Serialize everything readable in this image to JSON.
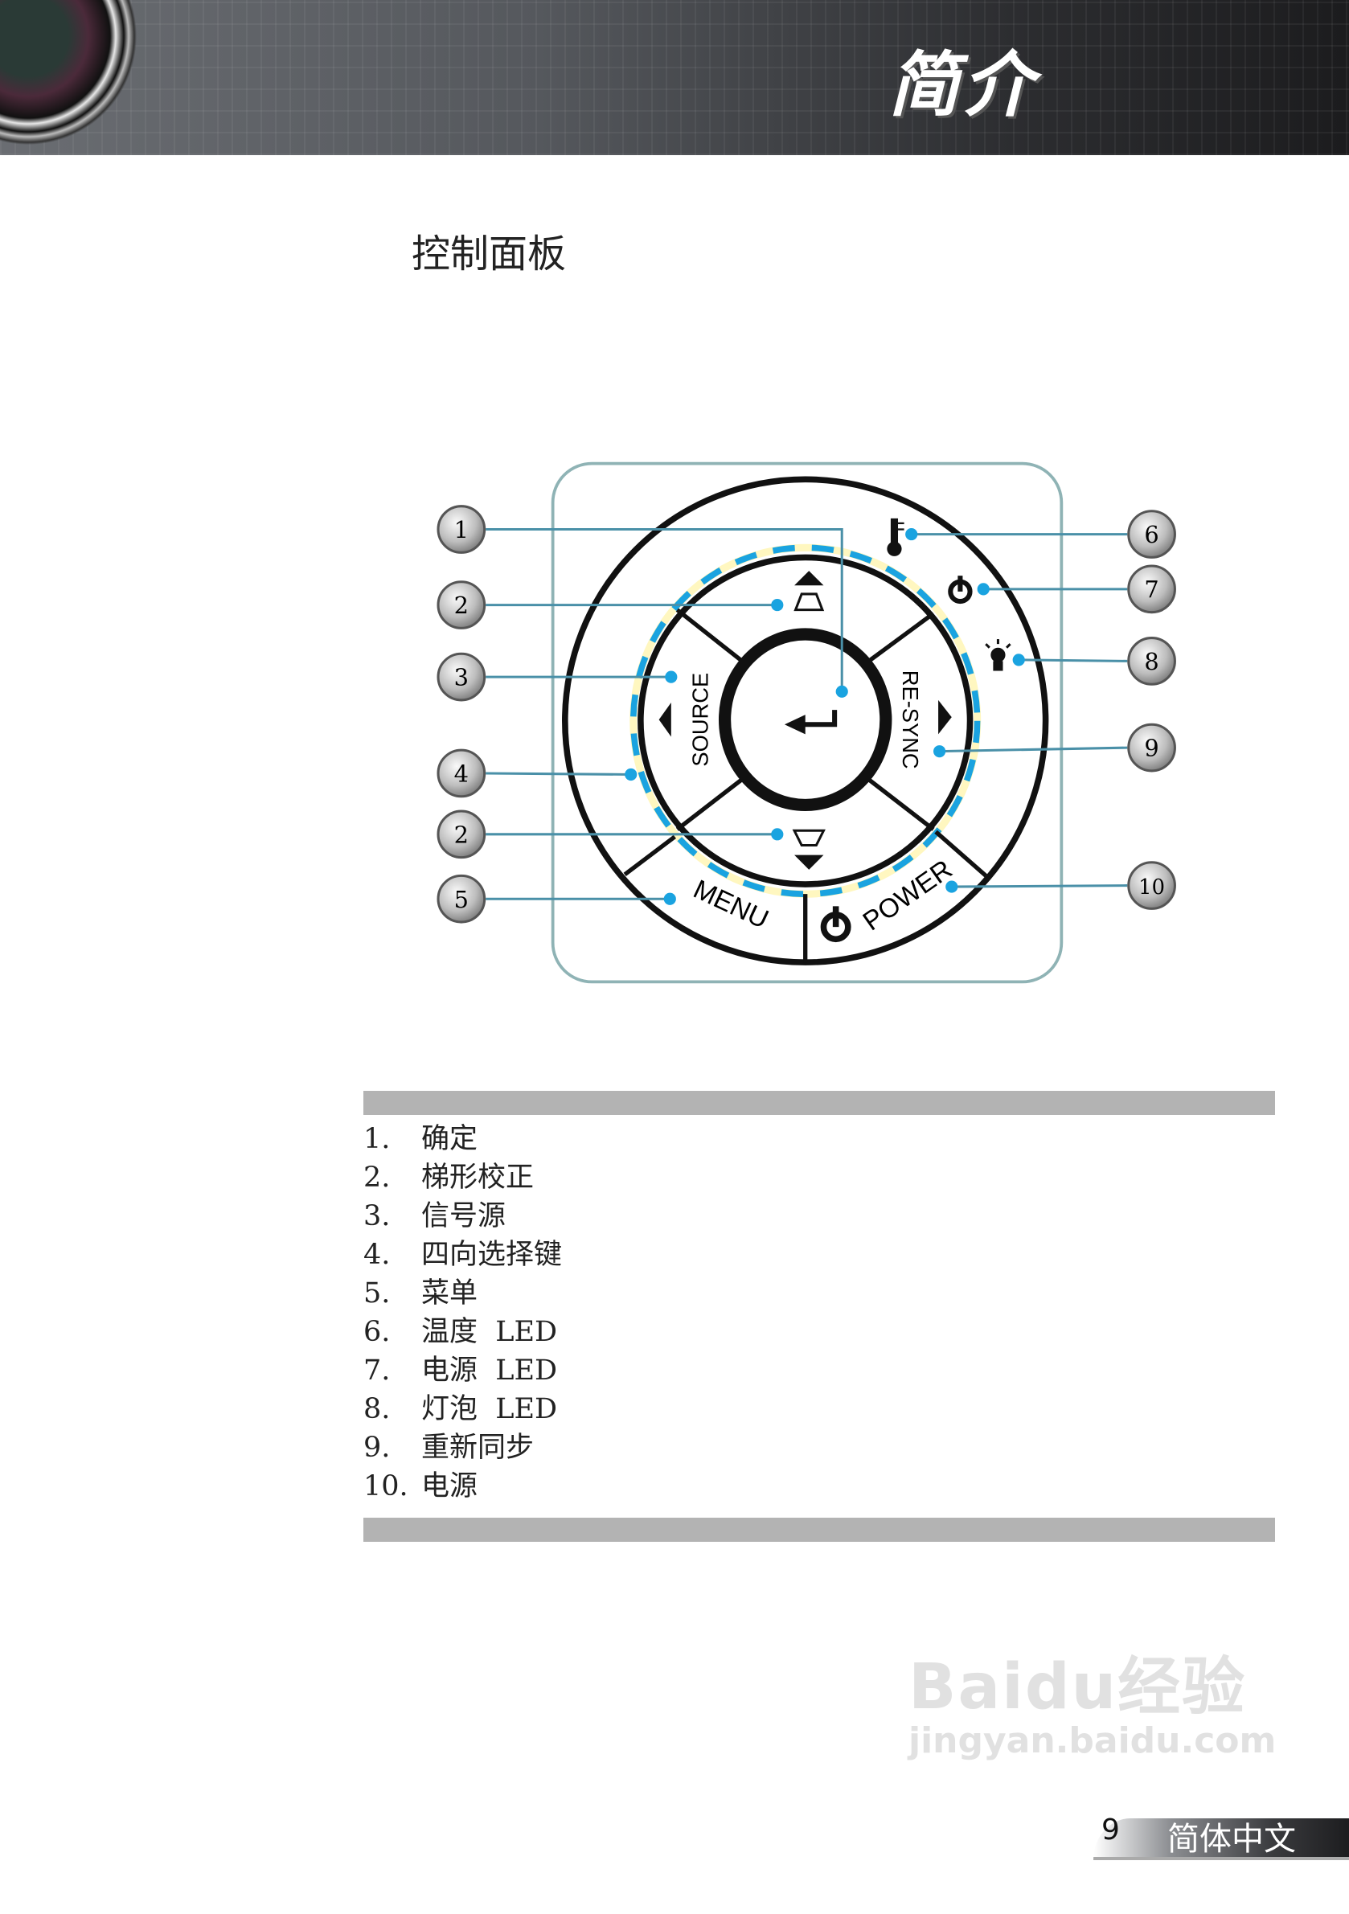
{
  "header": {
    "title": "简介"
  },
  "section": {
    "title": "控制面板"
  },
  "diagram": {
    "button_labels": {
      "source": "SOURCE",
      "resync": "RE-SYNC",
      "menu": "MENU",
      "power": "POWER"
    },
    "callouts_left": [
      "1",
      "2",
      "3",
      "4",
      "2",
      "5"
    ],
    "callouts_right": [
      "6",
      "7",
      "8",
      "9",
      "10"
    ],
    "icons": [
      "enter-icon",
      "keystone-up-icon",
      "keystone-down-icon",
      "thermometer-icon",
      "power-icon",
      "lamp-icon"
    ],
    "colors": {
      "leader_line": "#4a90a8",
      "dot": "#1aa3e0",
      "frame": "#8fb3b5"
    }
  },
  "legend": [
    {
      "num": "1.",
      "label": "确定"
    },
    {
      "num": "2.",
      "label": "梯形校正"
    },
    {
      "num": "3.",
      "label": "信号源"
    },
    {
      "num": "4.",
      "label": "四向选择键"
    },
    {
      "num": "5.",
      "label": "菜单"
    },
    {
      "num": "6.",
      "label": "温度  LED"
    },
    {
      "num": "7.",
      "label": "电源  LED"
    },
    {
      "num": "8.",
      "label": "灯泡  LED"
    },
    {
      "num": "9.",
      "label": "重新同步"
    },
    {
      "num": "10.",
      "label": "电源"
    }
  ],
  "footer": {
    "page": "9",
    "language": "简体中文"
  },
  "watermark": {
    "logo": "Baidu经验",
    "url": "jingyan.baidu.com"
  }
}
